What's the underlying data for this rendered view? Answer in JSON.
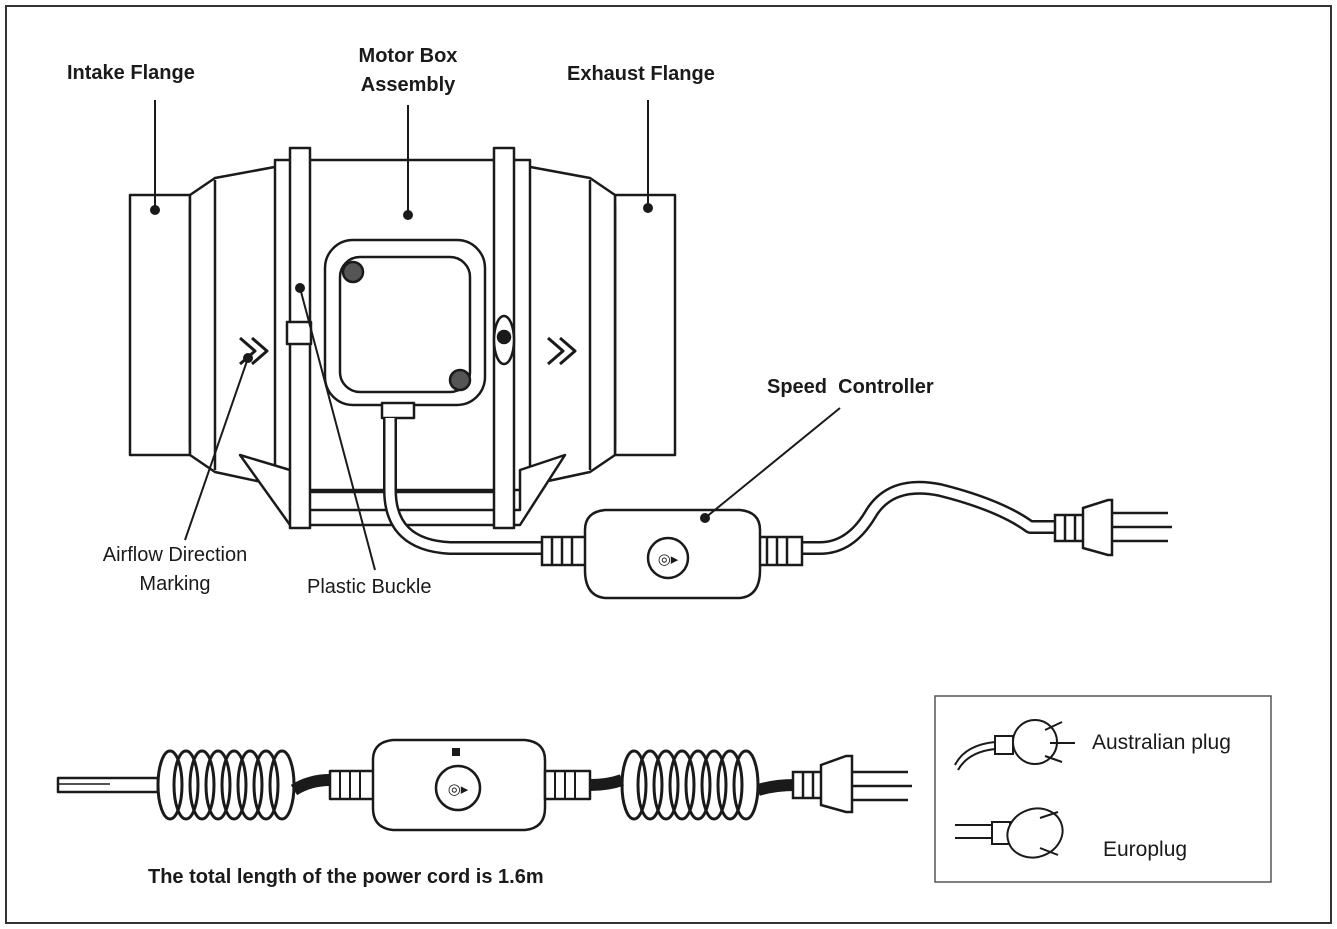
{
  "labels": {
    "intake_flange": "Intake Flange",
    "motor_box_line1": "Motor Box",
    "motor_box_line2": "Assembly",
    "exhaust_flange": "Exhaust Flange",
    "speed_controller": "Speed  Controller",
    "airflow_line1": "Airflow Direction",
    "airflow_line2": "Marking",
    "plastic_buckle": "Plastic Buckle",
    "cord_length_note": "The total length of the power cord is 1.6m"
  },
  "legend": {
    "australian_plug": "Australian plug",
    "europlug": "Europlug"
  },
  "colors": {
    "line": "#1a1a1a",
    "background": "#ffffff"
  }
}
